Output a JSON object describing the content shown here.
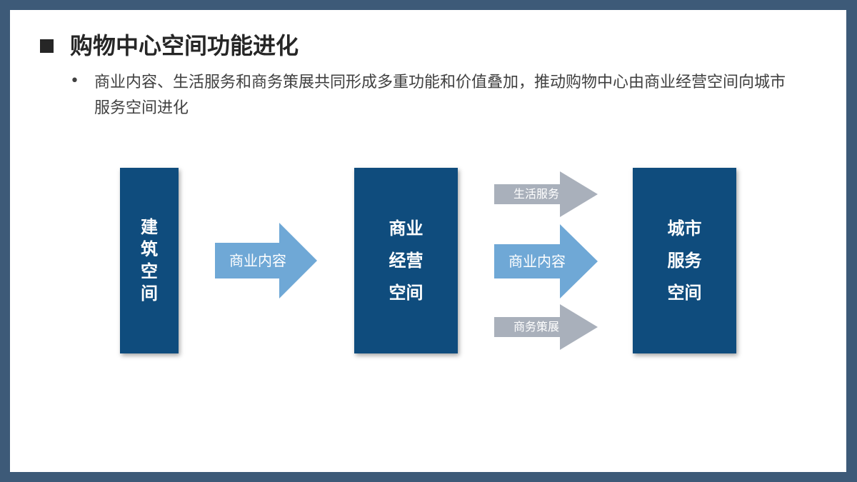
{
  "title": "购物中心空间功能进化",
  "bullet": {
    "symbol": "•",
    "text": "商业内容、生活服务和商务策展共同形成多重功能和价值叠加，推动购物中心由商业经营空间向城市服务空间进化"
  },
  "diagram": {
    "boxes": [
      {
        "lines": [
          "建",
          "筑",
          "空",
          "间"
        ]
      },
      {
        "lines": [
          "商业",
          "经营",
          "空间"
        ]
      },
      {
        "lines": [
          "城市",
          "服务",
          "空间"
        ]
      }
    ],
    "arrows": [
      {
        "label": "商业内容"
      },
      {
        "label": "生活服务"
      },
      {
        "label": "商业内容"
      },
      {
        "label": "商务策展"
      }
    ]
  },
  "colors": {
    "frame": "#3d5a78",
    "box": "#0f4c7d",
    "arrow_primary": "#6fa8d6",
    "arrow_secondary": "#a9b0bb"
  }
}
